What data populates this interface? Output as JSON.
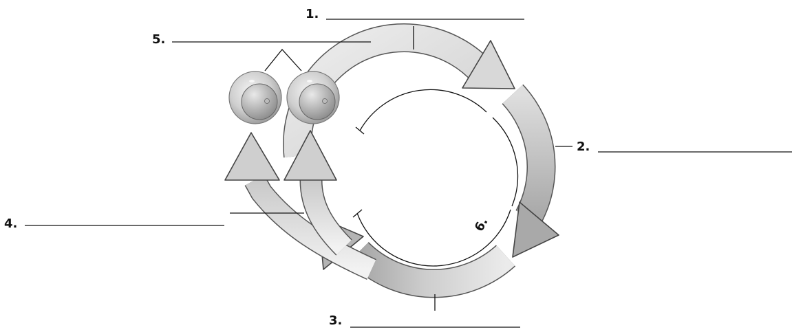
{
  "diagram": {
    "type": "cell-cycle-fill-in-blank",
    "labels": [
      "1.",
      "2.",
      "3.",
      "4.",
      "5.",
      "6."
    ],
    "answers": [
      "",
      "",
      "",
      "",
      "",
      ""
    ],
    "colors": {
      "arrow_light": "#e6e6e6",
      "arrow_mid": "#c4c4c4",
      "arrow_dark": "#9e9e9e",
      "outline": "#444444",
      "line": "#111111"
    },
    "icons": [
      "daughter-cell-icon",
      "daughter-cell-icon"
    ]
  }
}
